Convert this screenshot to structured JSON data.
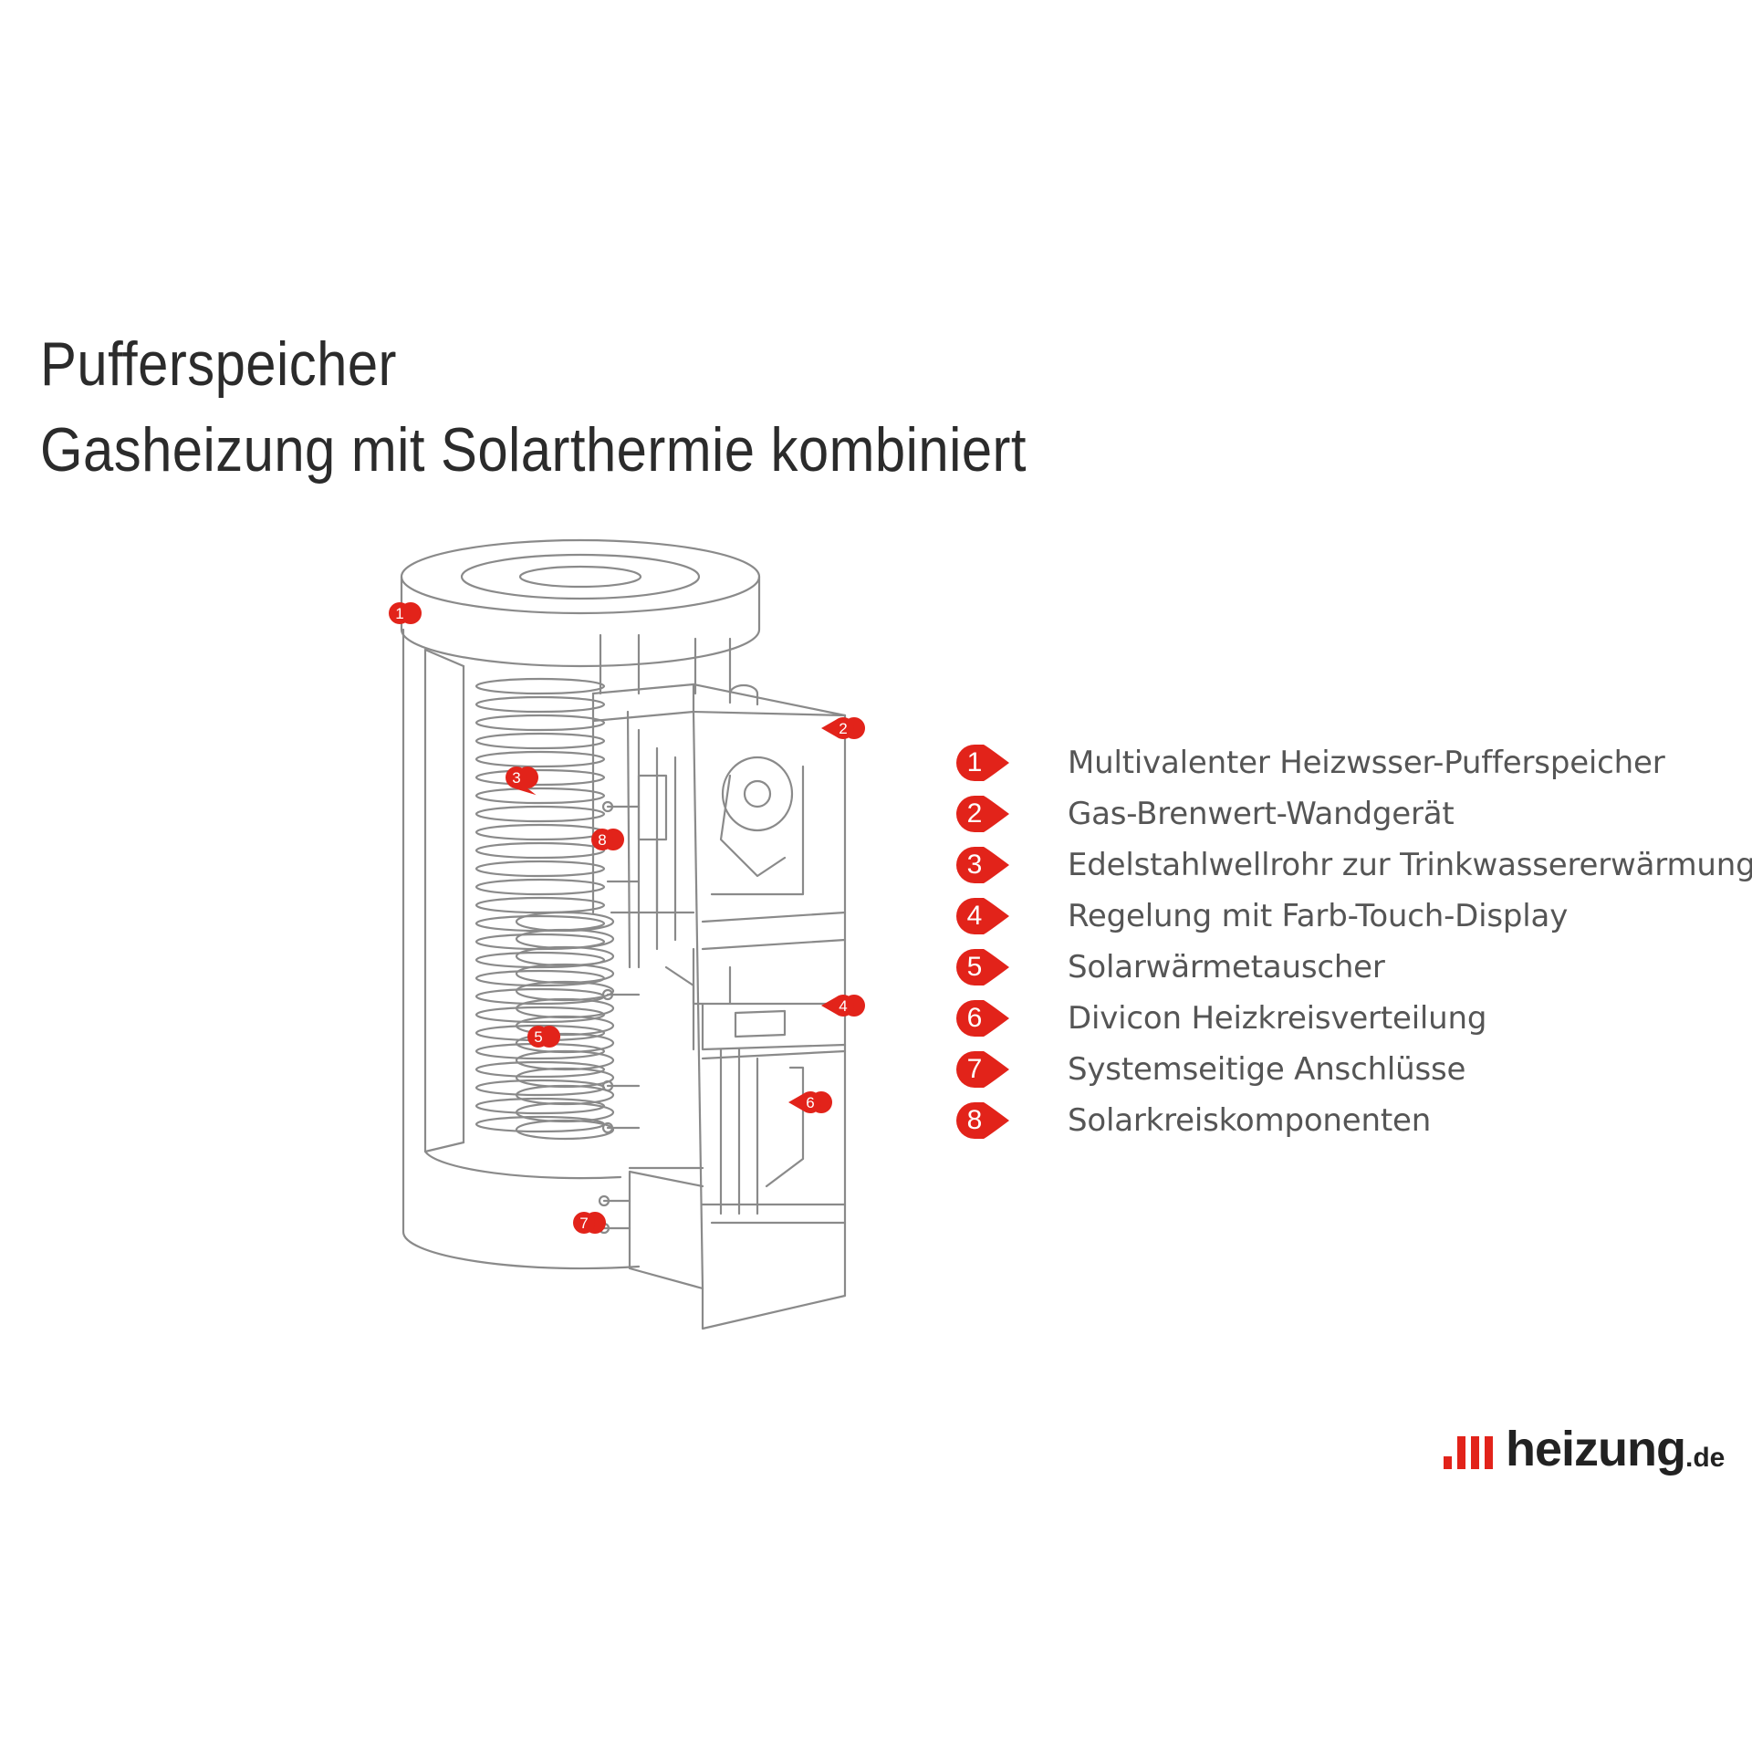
{
  "title": {
    "line1": "Pufferspeicher",
    "line2": "Gasheizung mit Solarthermie kombiniert"
  },
  "legend": [
    {
      "number": "1",
      "text": "Multivalenter Heizwsser-Pufferspeicher"
    },
    {
      "number": "2",
      "text": "Gas-Brenwert-Wandgerät"
    },
    {
      "number": "3",
      "text": "Edelstahlwellrohr zur Trinkwassererwärmung"
    },
    {
      "number": "4",
      "text": "Regelung mit Farb-Touch-Display"
    },
    {
      "number": "5",
      "text": "Solarwärmetauscher"
    },
    {
      "number": "6",
      "text": "Divicon Heizkreisverteilung"
    },
    {
      "number": "7",
      "text": "Systemseitige Anschlüsse"
    },
    {
      "number": "8",
      "text": "Solarkreiskomponenten"
    }
  ],
  "markers": [
    "1",
    "2",
    "3",
    "4",
    "5",
    "6",
    "7",
    "8"
  ],
  "logo": {
    "brand": "heizung",
    "tld": ".de"
  },
  "colors": {
    "accent": "#e2231a",
    "line": "#8a8a8a",
    "text": "#555555",
    "title": "#2b2b2b"
  }
}
